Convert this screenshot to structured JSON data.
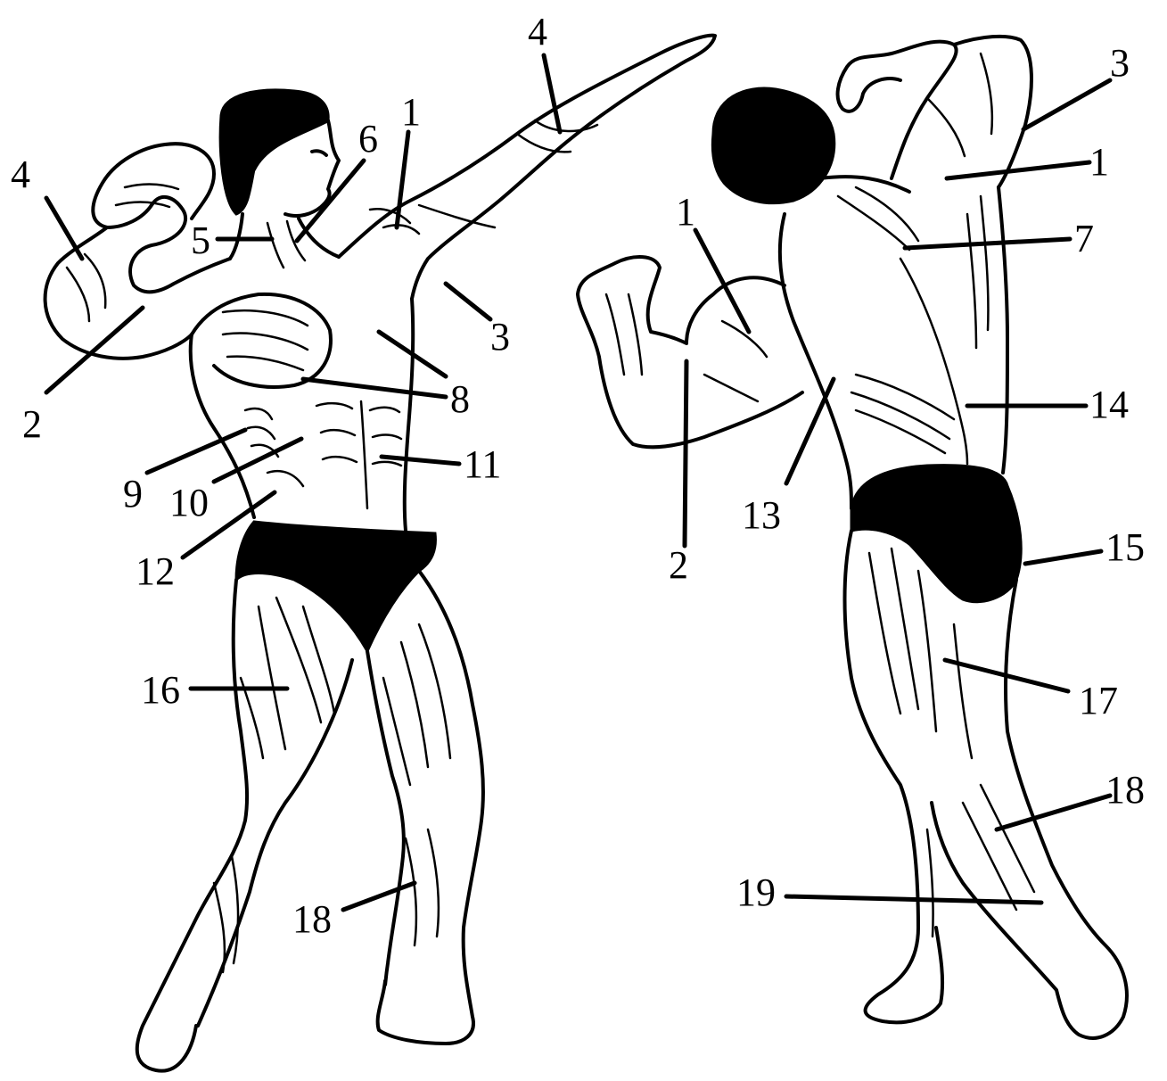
{
  "figure": {
    "front_view": {
      "labels": [
        {
          "id": "f4a",
          "text": "4"
        },
        {
          "id": "f4b",
          "text": "4"
        },
        {
          "id": "f6",
          "text": "6"
        },
        {
          "id": "f1",
          "text": "1"
        },
        {
          "id": "f5",
          "text": "5"
        },
        {
          "id": "f3",
          "text": "3"
        },
        {
          "id": "f8",
          "text": "8"
        },
        {
          "id": "f2",
          "text": "2"
        },
        {
          "id": "f11",
          "text": "11"
        },
        {
          "id": "f9",
          "text": "9"
        },
        {
          "id": "f10",
          "text": "10"
        },
        {
          "id": "f12",
          "text": "12"
        },
        {
          "id": "f16",
          "text": "16"
        },
        {
          "id": "f18",
          "text": "18"
        }
      ]
    },
    "back_view": {
      "labels": [
        {
          "id": "b3",
          "text": "3"
        },
        {
          "id": "b1a",
          "text": "1"
        },
        {
          "id": "b1b",
          "text": "1"
        },
        {
          "id": "b7",
          "text": "7"
        },
        {
          "id": "b14",
          "text": "14"
        },
        {
          "id": "b13",
          "text": "13"
        },
        {
          "id": "b2",
          "text": "2"
        },
        {
          "id": "b15",
          "text": "15"
        },
        {
          "id": "b17",
          "text": "17"
        },
        {
          "id": "b18",
          "text": "18"
        },
        {
          "id": "b19",
          "text": "19"
        }
      ]
    }
  }
}
